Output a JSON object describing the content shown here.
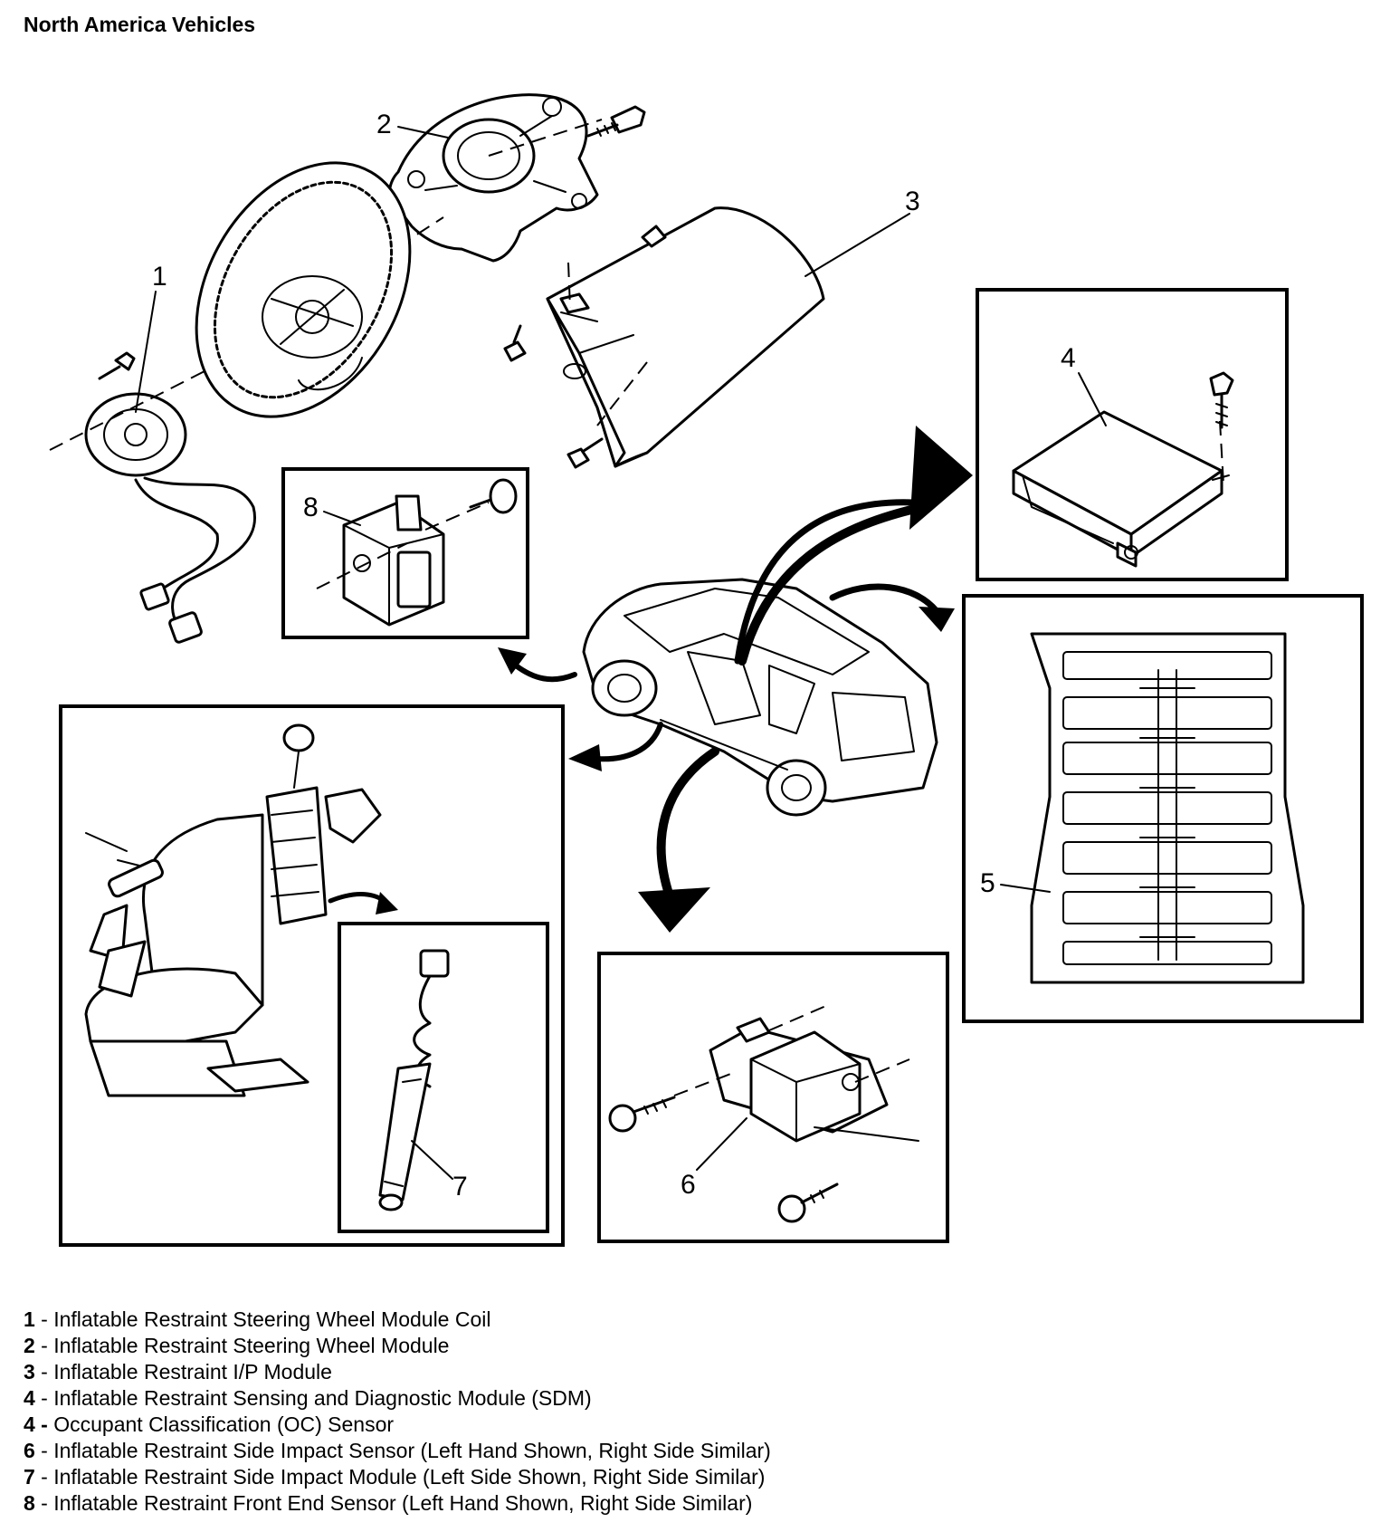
{
  "heading": "North America Vehicles",
  "callouts": {
    "c1": "1",
    "c2": "2",
    "c3": "3",
    "c4": "4",
    "c5": "5",
    "c6": "6",
    "c7": "7",
    "c8": "8"
  },
  "legend": [
    {
      "num": "1",
      "text": " - Inflatable Restraint Steering Wheel Module Coil"
    },
    {
      "num": "2",
      "text": " - Inflatable Restraint Steering Wheel Module"
    },
    {
      "num": "3",
      "text": " - Inflatable Restraint I/P Module"
    },
    {
      "num": "4",
      "text": " - Inflatable Restraint Sensing and Diagnostic Module (SDM)"
    },
    {
      "num": "4 -",
      "text": " Occupant Classification (OC) Sensor"
    },
    {
      "num": "6",
      "text": " - Inflatable Restraint Side Impact Sensor (Left Hand Shown, Right Side Similar)"
    },
    {
      "num": "7",
      "text": " - Inflatable Restraint Side Impact Module (Left Side Shown, Right Side Similar)"
    },
    {
      "num": "8",
      "text": " - Inflatable Restraint Front End Sensor (Left Hand Shown, Right Side Similar)"
    }
  ]
}
